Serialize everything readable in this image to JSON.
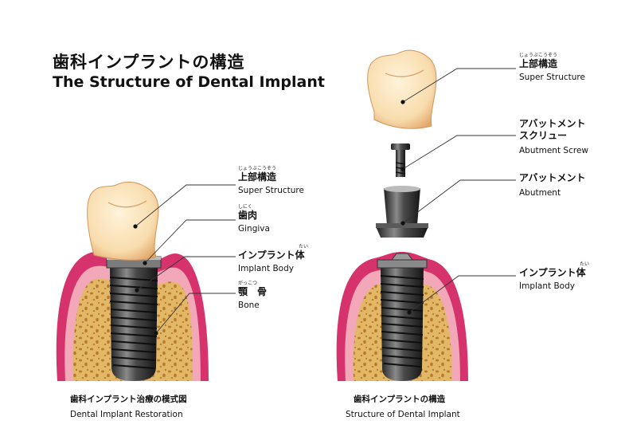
{
  "title": {
    "jp": "歯科インプラントの構造",
    "en": "The Structure of Dental Implant"
  },
  "left": {
    "caption_jp": "歯科インプラント治療の模式図",
    "caption_en": "Dental Implant Restoration",
    "labels": [
      {
        "ruby": "じょうぶこうぞう",
        "jp": "上部構造",
        "en": "Super Structure"
      },
      {
        "ruby": "しにく",
        "jp": "歯肉",
        "en": "Gingiva"
      },
      {
        "ruby": "たい",
        "jp": "インプラント体",
        "en": "Implant Body"
      },
      {
        "ruby": "がっこつ",
        "jp": "顎　骨",
        "en": "Bone"
      }
    ]
  },
  "right": {
    "caption_jp": "歯科インプラントの構造",
    "caption_en": "Structure of Dental Implant",
    "labels": [
      {
        "ruby": "じょうぶこうぞう",
        "jp": "上部構造",
        "en": "Super Structure"
      },
      {
        "ruby": "",
        "jp": "アバットメント\nスクリュー",
        "en": "Abutment Screw"
      },
      {
        "ruby": "",
        "jp": "アバットメント",
        "en": "Abutment"
      },
      {
        "ruby": "たい",
        "jp": "インプラント体",
        "en": "Implant Body"
      }
    ]
  },
  "colors": {
    "gum_outer": "#d6336c",
    "gum_inner": "#f2a8b8",
    "bone": "#e2b866",
    "bone_spots": "#b77a2e",
    "crown": "#fbe6bf",
    "crown_shadow": "#e0a86a",
    "metal_dark": "#2a2a2a",
    "metal_light": "#9a9a9a",
    "leader_line": "#333333"
  }
}
